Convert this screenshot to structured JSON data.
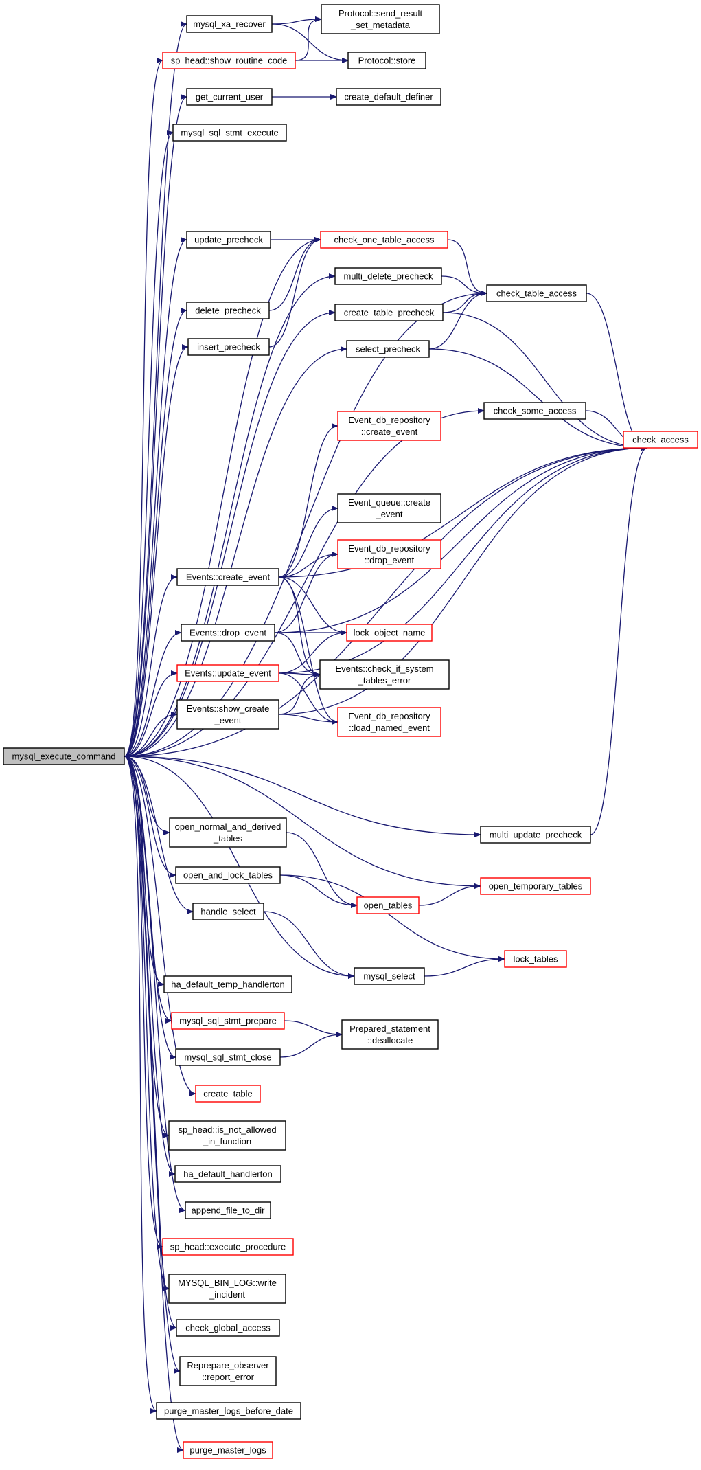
{
  "colors": {
    "edge": "#191970",
    "red_border": "#ff0000",
    "root_fill": "#bfbfbf"
  },
  "nodes": {
    "root": {
      "lines": [
        "mysql_execute_command"
      ],
      "border": "black"
    },
    "mysql_xa_recover": {
      "lines": [
        "mysql_xa_recover"
      ],
      "border": "black"
    },
    "sp_show_routine_code": {
      "lines": [
        "sp_head::show_routine_code"
      ],
      "border": "red"
    },
    "get_current_user": {
      "lines": [
        "get_current_user"
      ],
      "border": "black"
    },
    "mysql_sql_stmt_execute": {
      "lines": [
        "mysql_sql_stmt_execute"
      ],
      "border": "black"
    },
    "update_precheck": {
      "lines": [
        "update_precheck"
      ],
      "border": "black"
    },
    "delete_precheck": {
      "lines": [
        "delete_precheck"
      ],
      "border": "black"
    },
    "insert_precheck": {
      "lines": [
        "insert_precheck"
      ],
      "border": "black"
    },
    "events_create_event": {
      "lines": [
        "Events::create_event"
      ],
      "border": "black"
    },
    "events_drop_event": {
      "lines": [
        "Events::drop_event"
      ],
      "border": "black"
    },
    "events_update_event": {
      "lines": [
        "Events::update_event"
      ],
      "border": "red"
    },
    "events_show_create_event": {
      "lines": [
        "Events::show_create",
        "_event"
      ],
      "border": "black"
    },
    "open_normal_and_derived_tables": {
      "lines": [
        "open_normal_and_derived",
        "_tables"
      ],
      "border": "black"
    },
    "open_and_lock_tables": {
      "lines": [
        "open_and_lock_tables"
      ],
      "border": "black"
    },
    "handle_select": {
      "lines": [
        "handle_select"
      ],
      "border": "black"
    },
    "ha_default_temp_handlerton": {
      "lines": [
        "ha_default_temp_handlerton"
      ],
      "border": "black"
    },
    "mysql_sql_stmt_prepare": {
      "lines": [
        "mysql_sql_stmt_prepare"
      ],
      "border": "red"
    },
    "mysql_sql_stmt_close": {
      "lines": [
        "mysql_sql_stmt_close"
      ],
      "border": "black"
    },
    "create_table": {
      "lines": [
        "create_table"
      ],
      "border": "red"
    },
    "sp_is_not_allowed": {
      "lines": [
        "sp_head::is_not_allowed",
        "_in_function"
      ],
      "border": "black"
    },
    "ha_default_handlerton": {
      "lines": [
        "ha_default_handlerton"
      ],
      "border": "black"
    },
    "append_file_to_dir": {
      "lines": [
        "append_file_to_dir"
      ],
      "border": "black"
    },
    "sp_execute_procedure": {
      "lines": [
        "sp_head::execute_procedure"
      ],
      "border": "red"
    },
    "mysql_bin_log_write_incident": {
      "lines": [
        "MYSQL_BIN_LOG::write",
        "_incident"
      ],
      "border": "black"
    },
    "check_global_access": {
      "lines": [
        "check_global_access"
      ],
      "border": "black"
    },
    "reprepare_observer": {
      "lines": [
        "Reprepare_observer",
        "::report_error"
      ],
      "border": "black"
    },
    "purge_master_logs_before_date": {
      "lines": [
        "purge_master_logs_before_date"
      ],
      "border": "black"
    },
    "purge_master_logs": {
      "lines": [
        "purge_master_logs"
      ],
      "border": "red"
    },
    "protocol_send_result_set_metadata": {
      "lines": [
        "Protocol::send_result",
        "_set_metadata"
      ],
      "border": "black"
    },
    "protocol_store": {
      "lines": [
        "Protocol::store"
      ],
      "border": "black"
    },
    "create_default_definer": {
      "lines": [
        "create_default_definer"
      ],
      "border": "black"
    },
    "check_one_table_access": {
      "lines": [
        "check_one_table_access"
      ],
      "border": "red"
    },
    "multi_delete_precheck": {
      "lines": [
        "multi_delete_precheck"
      ],
      "border": "black"
    },
    "create_table_precheck": {
      "lines": [
        "create_table_precheck"
      ],
      "border": "black"
    },
    "select_precheck": {
      "lines": [
        "select_precheck"
      ],
      "border": "black"
    },
    "check_some_access": {
      "lines": [
        "check_some_access"
      ],
      "border": "black"
    },
    "event_db_repo_create_event": {
      "lines": [
        "Event_db_repository",
        "::create_event"
      ],
      "border": "red"
    },
    "event_queue_create_event": {
      "lines": [
        "Event_queue::create",
        "_event"
      ],
      "border": "black"
    },
    "event_db_repo_drop_event": {
      "lines": [
        "Event_db_repository",
        "::drop_event"
      ],
      "border": "red"
    },
    "lock_object_name": {
      "lines": [
        "lock_object_name"
      ],
      "border": "red"
    },
    "events_check_if_system_tables_error": {
      "lines": [
        "Events::check_if_system",
        "_tables_error"
      ],
      "border": "black"
    },
    "event_db_repo_load_named_event": {
      "lines": [
        "Event_db_repository",
        "::load_named_event"
      ],
      "border": "red"
    },
    "multi_update_precheck": {
      "lines": [
        "multi_update_precheck"
      ],
      "border": "black"
    },
    "open_temporary_tables": {
      "lines": [
        "open_temporary_tables"
      ],
      "border": "red"
    },
    "open_tables": {
      "lines": [
        "open_tables"
      ],
      "border": "red"
    },
    "lock_tables": {
      "lines": [
        "lock_tables"
      ],
      "border": "red"
    },
    "mysql_select": {
      "lines": [
        "mysql_select"
      ],
      "border": "black"
    },
    "prepared_statement_deallocate": {
      "lines": [
        "Prepared_statement",
        "::deallocate"
      ],
      "border": "black"
    },
    "check_table_access": {
      "lines": [
        "check_table_access"
      ],
      "border": "black"
    },
    "check_access": {
      "lines": [
        "check_access"
      ],
      "border": "red"
    }
  },
  "edges": [
    [
      "root",
      "mysql_xa_recover"
    ],
    [
      "root",
      "sp_show_routine_code"
    ],
    [
      "root",
      "get_current_user"
    ],
    [
      "root",
      "mysql_sql_stmt_execute"
    ],
    [
      "root",
      "update_precheck"
    ],
    [
      "root",
      "delete_precheck"
    ],
    [
      "root",
      "insert_precheck"
    ],
    [
      "root",
      "events_create_event"
    ],
    [
      "root",
      "events_drop_event"
    ],
    [
      "root",
      "events_update_event"
    ],
    [
      "root",
      "events_show_create_event"
    ],
    [
      "root",
      "open_normal_and_derived_tables"
    ],
    [
      "root",
      "open_and_lock_tables"
    ],
    [
      "root",
      "handle_select"
    ],
    [
      "root",
      "ha_default_temp_handlerton"
    ],
    [
      "root",
      "mysql_sql_stmt_prepare"
    ],
    [
      "root",
      "mysql_sql_stmt_close"
    ],
    [
      "root",
      "create_table"
    ],
    [
      "root",
      "sp_is_not_allowed"
    ],
    [
      "root",
      "ha_default_handlerton"
    ],
    [
      "root",
      "append_file_to_dir"
    ],
    [
      "root",
      "sp_execute_procedure"
    ],
    [
      "root",
      "mysql_bin_log_write_incident"
    ],
    [
      "root",
      "check_global_access"
    ],
    [
      "root",
      "reprepare_observer"
    ],
    [
      "root",
      "purge_master_logs_before_date"
    ],
    [
      "root",
      "purge_master_logs"
    ],
    [
      "root",
      "check_one_table_access"
    ],
    [
      "root",
      "multi_delete_precheck"
    ],
    [
      "root",
      "create_table_precheck"
    ],
    [
      "root",
      "select_precheck"
    ],
    [
      "root",
      "check_some_access"
    ],
    [
      "root",
      "multi_update_precheck"
    ],
    [
      "root",
      "open_temporary_tables"
    ],
    [
      "root",
      "mysql_select"
    ],
    [
      "root",
      "check_access"
    ],
    [
      "root",
      "check_table_access"
    ],
    [
      "mysql_xa_recover",
      "protocol_send_result_set_metadata"
    ],
    [
      "mysql_xa_recover",
      "protocol_store"
    ],
    [
      "sp_show_routine_code",
      "protocol_send_result_set_metadata"
    ],
    [
      "sp_show_routine_code",
      "protocol_store"
    ],
    [
      "get_current_user",
      "create_default_definer"
    ],
    [
      "update_precheck",
      "check_one_table_access"
    ],
    [
      "delete_precheck",
      "check_one_table_access"
    ],
    [
      "insert_precheck",
      "check_one_table_access"
    ],
    [
      "check_one_table_access",
      "check_table_access"
    ],
    [
      "multi_delete_precheck",
      "check_table_access"
    ],
    [
      "create_table_precheck",
      "check_table_access"
    ],
    [
      "create_table_precheck",
      "check_access"
    ],
    [
      "select_precheck",
      "check_table_access"
    ],
    [
      "select_precheck",
      "check_access"
    ],
    [
      "check_table_access",
      "check_access"
    ],
    [
      "check_some_access",
      "check_access"
    ],
    [
      "multi_update_precheck",
      "check_access"
    ],
    [
      "events_create_event",
      "event_db_repo_create_event"
    ],
    [
      "events_create_event",
      "event_queue_create_event"
    ],
    [
      "events_create_event",
      "event_db_repo_drop_event"
    ],
    [
      "events_create_event",
      "lock_object_name"
    ],
    [
      "events_create_event",
      "events_check_if_system_tables_error"
    ],
    [
      "events_create_event",
      "event_db_repo_load_named_event"
    ],
    [
      "events_create_event",
      "check_access"
    ],
    [
      "events_drop_event",
      "event_db_repo_drop_event"
    ],
    [
      "events_drop_event",
      "lock_object_name"
    ],
    [
      "events_drop_event",
      "events_check_if_system_tables_error"
    ],
    [
      "events_drop_event",
      "check_access"
    ],
    [
      "events_update_event",
      "lock_object_name"
    ],
    [
      "events_update_event",
      "events_check_if_system_tables_error"
    ],
    [
      "events_update_event",
      "event_db_repo_load_named_event"
    ],
    [
      "events_update_event",
      "check_access"
    ],
    [
      "events_show_create_event",
      "events_check_if_system_tables_error"
    ],
    [
      "events_show_create_event",
      "event_db_repo_load_named_event"
    ],
    [
      "events_show_create_event",
      "check_access"
    ],
    [
      "open_normal_and_derived_tables",
      "open_tables"
    ],
    [
      "open_and_lock_tables",
      "open_tables"
    ],
    [
      "open_and_lock_tables",
      "lock_tables"
    ],
    [
      "open_tables",
      "open_temporary_tables"
    ],
    [
      "handle_select",
      "mysql_select"
    ],
    [
      "mysql_select",
      "lock_tables"
    ],
    [
      "mysql_sql_stmt_prepare",
      "prepared_statement_deallocate"
    ],
    [
      "mysql_sql_stmt_close",
      "prepared_statement_deallocate"
    ]
  ]
}
